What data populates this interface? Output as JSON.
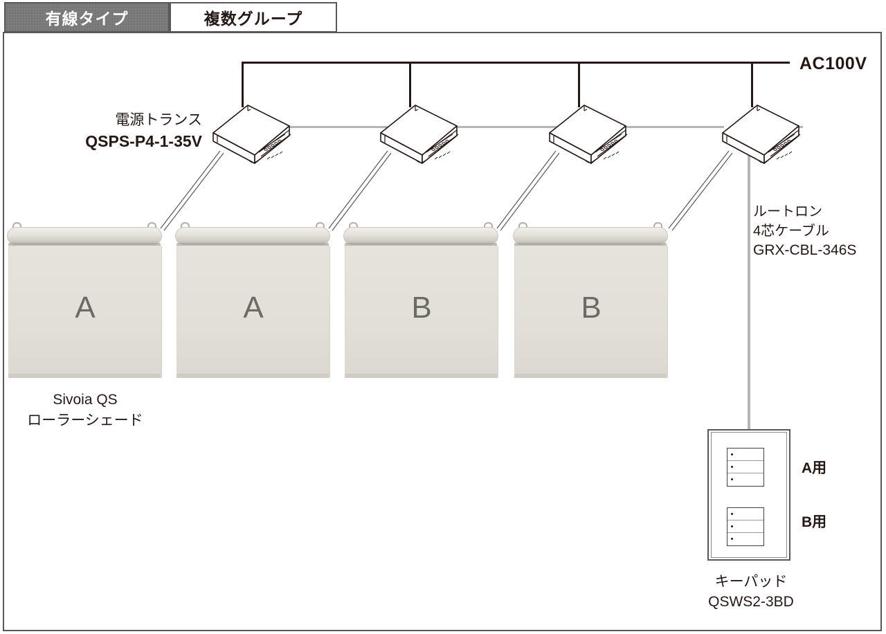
{
  "header": {
    "tabs": [
      {
        "label": "有線タイプ",
        "state": "active"
      },
      {
        "label": "複数グループ",
        "state": "inactive"
      }
    ]
  },
  "power": {
    "ac_label": "AC100V"
  },
  "transformer": {
    "name": "電源トランス",
    "model": "QSPS-P4-1-35V",
    "count": 4
  },
  "cable": {
    "brand": "ルートロン",
    "type": "4芯ケーブル",
    "model": "GRX-CBL-346S"
  },
  "shades": {
    "caption_line1": "Sivoia QS",
    "caption_line2": "ローラーシェード",
    "items": [
      {
        "group": "A"
      },
      {
        "group": "A"
      },
      {
        "group": "B"
      },
      {
        "group": "B"
      }
    ]
  },
  "keypad": {
    "name": "キーパッド",
    "model": "QSWS2-3BD",
    "groups": [
      {
        "label": "A用",
        "buttons": 3
      },
      {
        "label": "B用",
        "buttons": 3
      }
    ]
  },
  "colors": {
    "tab_active_bg": "#7d7d7d",
    "tab_text_active": "#ffffff",
    "ink": "#231815",
    "frame": "#595757",
    "cable_gray": "#b5b5b6",
    "shade_fabric": "#e3e0d8"
  }
}
